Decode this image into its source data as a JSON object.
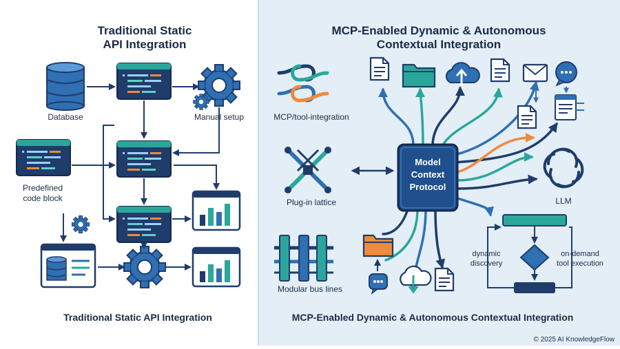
{
  "left": {
    "title_line1": "Traditional Static",
    "title_line2": "API Integration",
    "labels": {
      "database": "Database",
      "manual_setup": "Manual setup",
      "predefined_line1": "Predefined",
      "predefined_line2": "code block"
    },
    "footer": "Traditional Static API Integration"
  },
  "right": {
    "title_line1": "MCP-Enabled Dynamic & Autonomous",
    "title_line2": "Contextual Integration",
    "labels": {
      "mcp_tool": "MCP/tool-integration",
      "plugin_lattice": "Plug-in lattice",
      "modular_bus": "Modular bus lines",
      "llm": "LLM",
      "dynamic_line1": "dynamic",
      "dynamic_line2": "discovery",
      "ondemand_line1": "on-demand",
      "ondemand_line2": "tool execution"
    },
    "hub": {
      "line1": "Model",
      "line2": "Context",
      "line3": "Protocol"
    },
    "footer": "MCP-Enabled Dynamic & Autonomous Contextual Integration",
    "copyright": "© 2025 AI KnowledgeFlow"
  },
  "colors": {
    "navy": "#1f3c6b",
    "teal": "#2aa79a",
    "orange": "#f08a3c",
    "blue": "#2f6fb3",
    "right_bg": "#e3eef7"
  }
}
